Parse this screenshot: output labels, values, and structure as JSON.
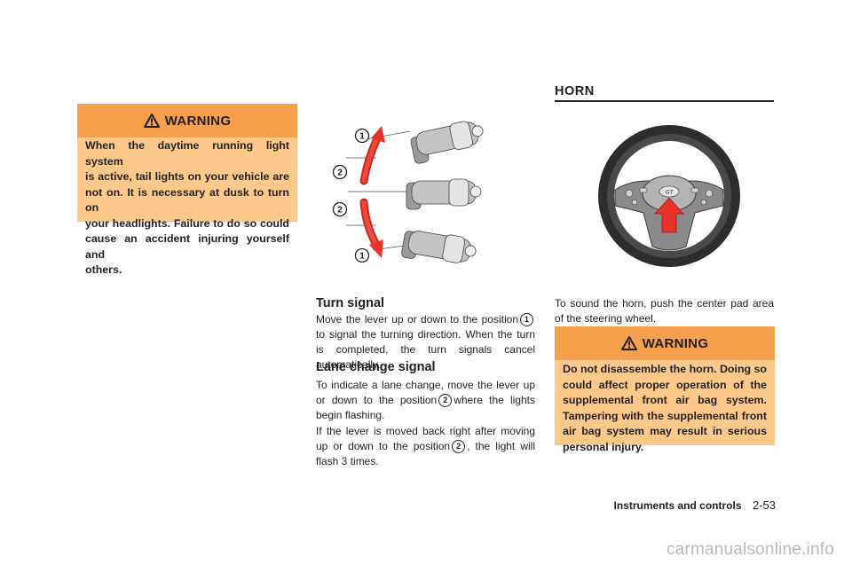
{
  "warning_left": {
    "title": "WARNING",
    "lines": [
      "When the daytime running light system",
      "is active, tail lights on your vehicle are",
      "not on. It is necessary at dusk to turn on",
      "your headlights. Failure to do so could",
      "cause an accident injuring yourself and",
      "others."
    ]
  },
  "turn_figure": {
    "callouts": [
      "1",
      "2",
      "2",
      "1"
    ]
  },
  "turn_signal": {
    "heading": "Turn signal",
    "text_before": "Move the lever up or down to the position",
    "marker": "1",
    "text_after": "to signal the turning direction. When the turn is completed, the turn signals cancel automatically."
  },
  "lane_change": {
    "heading": "Lane change signal",
    "p1_before": "To indicate a lane change, move the lever up or down to the position",
    "p1_marker": "2",
    "p1_after": "where the lights begin flashing.",
    "p2_before": "If the lever is moved back right after moving up or down to the position",
    "p2_marker": "2",
    "p2_after": ", the light will flash 3 times."
  },
  "horn": {
    "heading": "HORN",
    "badge": "GT",
    "text": "To sound the horn, push the center pad area of the steering wheel."
  },
  "warning_right": {
    "title": "WARNING",
    "lines": [
      "Do not disassemble the horn. Doing so",
      "could affect proper operation of the",
      "supplemental front air bag system.",
      "Tampering with the supplemental front",
      "air bag system may result in serious",
      "personal injury."
    ]
  },
  "footer": {
    "section": "Instruments and controls",
    "page": "2-53"
  },
  "watermark": "carmanualsonline.info",
  "colors": {
    "warning_header": "#f6a04d",
    "warning_body": "#fcc98a",
    "arrow_red": "#e8312a"
  }
}
